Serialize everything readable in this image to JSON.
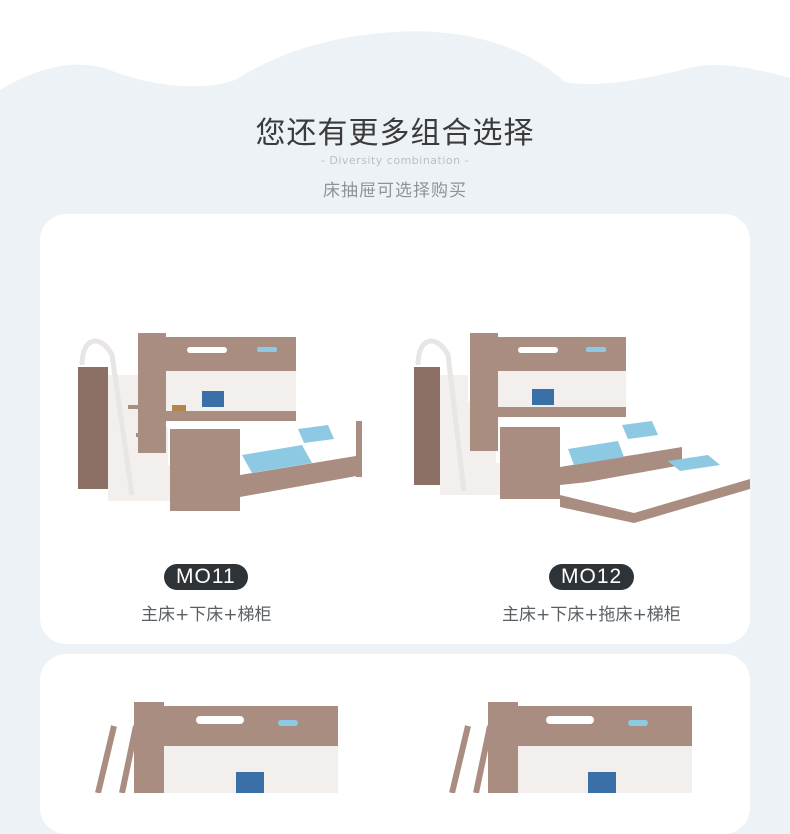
{
  "header": {
    "title": "您还有更多组合选择",
    "subtitle_en": "- Diversity combination -",
    "subtitle_cn": "床抽屉可选择购买"
  },
  "products": [
    {
      "code": "MO11",
      "description": "主床+下床+梯柜"
    },
    {
      "code": "MO12",
      "description": "主床+下床+拖床+梯柜"
    }
  ],
  "colors": {
    "background": "#edf2f6",
    "card": "#ffffff",
    "badge": "#2e3337",
    "wood": "#a88d80",
    "wood_dark": "#8c7065",
    "white_panel": "#f3efec",
    "pillow": "#8ec9e3"
  }
}
